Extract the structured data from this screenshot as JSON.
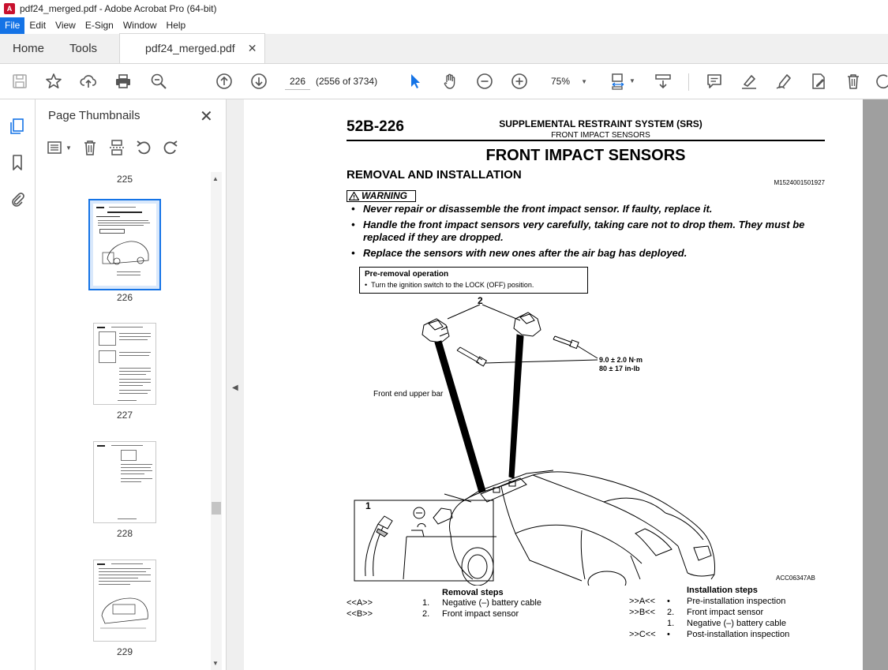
{
  "window": {
    "title": "pdf24_merged.pdf - Adobe Acrobat Pro (64-bit)"
  },
  "menu": [
    "File",
    "Edit",
    "View",
    "E-Sign",
    "Window",
    "Help"
  ],
  "tabs": {
    "home": "Home",
    "tools": "Tools",
    "document": "pdf24_merged.pdf"
  },
  "toolbar": {
    "page_value": "226",
    "page_count": "(2556 of 3734)",
    "zoom": "75%"
  },
  "thumbnails": {
    "title": "Page Thumbnails",
    "pages": [
      "225",
      "226",
      "227",
      "228",
      "229"
    ],
    "selected": "226"
  },
  "document": {
    "page_number": "52B-226",
    "section": "SUPPLEMENTAL RESTRAINT SYSTEM (SRS)",
    "subsection": "FRONT IMPACT SENSORS",
    "title": "FRONT IMPACT SENSORS",
    "heading": "REMOVAL AND INSTALLATION",
    "code": "M1524001501927",
    "warning_label": "WARNING",
    "warnings": [
      "Never repair or disassemble the front impact sensor. If faulty, replace it.",
      "Handle the front impact sensors very carefully, taking care not to drop them. They must be replaced if they are dropped.",
      "Replace the sensors with new ones after the air bag has deployed."
    ],
    "pre_removal_title": "Pre-removal operation",
    "pre_removal_item": "Turn the ignition switch to the LOCK (OFF) position.",
    "diagram": {
      "callout_2": "2",
      "torque_1": "9.0 ± 2.0 N·m",
      "torque_2": "80 ± 17 in-lb",
      "front_bar": "Front end upper bar",
      "callout_1": "1",
      "figure_code": "ACC06347AB"
    },
    "removal": {
      "title": "Removal steps",
      "steps": [
        {
          "ref": "<<A>>",
          "num": "1.",
          "text": "Negative (–) battery cable"
        },
        {
          "ref": "<<B>>",
          "num": "2.",
          "text": "Front impact sensor"
        }
      ]
    },
    "installation": {
      "title": "Installation steps",
      "steps": [
        {
          "ref": ">>A<<",
          "num": "•",
          "text": "Pre-installation inspection"
        },
        {
          "ref": ">>B<<",
          "num": "2.",
          "text": "Front impact sensor"
        },
        {
          "ref": "",
          "num": "1.",
          "text": "Negative (–) battery cable"
        },
        {
          "ref": ">>C<<",
          "num": "•",
          "text": "Post-installation inspection"
        }
      ]
    }
  },
  "colors": {
    "accent": "#1473e6",
    "viewer_bg": "#a8a8a8"
  }
}
